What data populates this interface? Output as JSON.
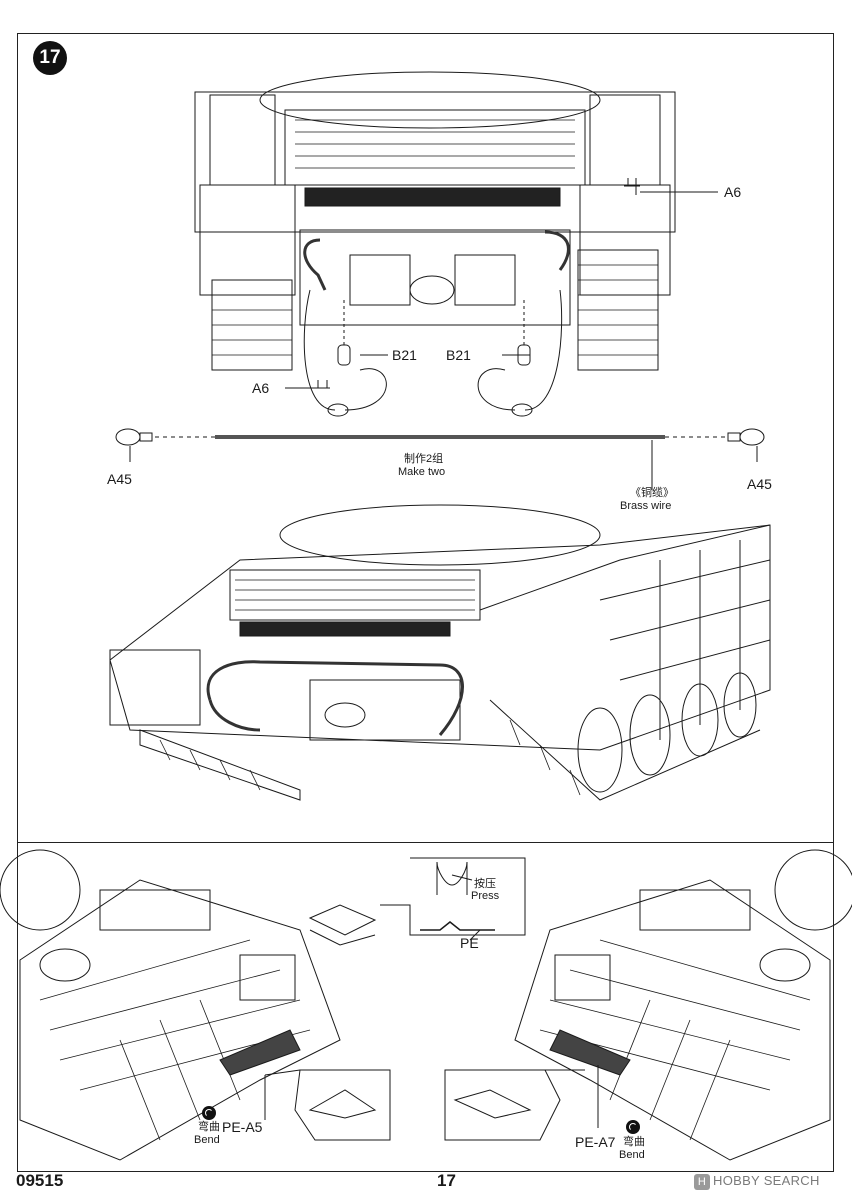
{
  "step": {
    "number": "17"
  },
  "labels": {
    "a6_top": "A6",
    "a6_left": "A6",
    "b21_left": "B21",
    "b21_right": "B21",
    "a45_left": "A45",
    "a45_right": "A45",
    "make_two_cn": "制作2组",
    "make_two_en": "Make two",
    "brass_wire_cn": "《铜缆》",
    "brass_wire_en": "Brass wire",
    "press_cn": "按压",
    "press_en": "Press",
    "pe": "PE",
    "pe_a5": "PE-A5",
    "pe_a7": "PE-A7",
    "bend_cn_left": "弯曲",
    "bend_en_left": "Bend",
    "bend_cn_right": "弯曲",
    "bend_en_right": "Bend"
  },
  "footer": {
    "code": "09515",
    "page": "17"
  },
  "watermark": {
    "logo": "H",
    "text": "HOBBY SEARCH"
  },
  "colors": {
    "ink": "#1a1a1a",
    "frame": "#222222",
    "watermark": "#7a7a7a",
    "wire": "#555555"
  }
}
